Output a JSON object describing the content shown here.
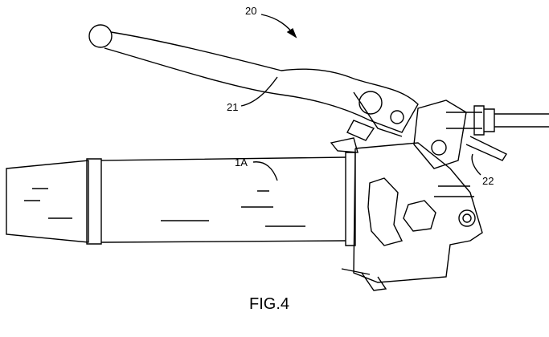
{
  "figure": {
    "title": "FIG.4",
    "labels": {
      "assembly": "20",
      "lever": "21",
      "grip": "1A",
      "cable": "22"
    }
  }
}
